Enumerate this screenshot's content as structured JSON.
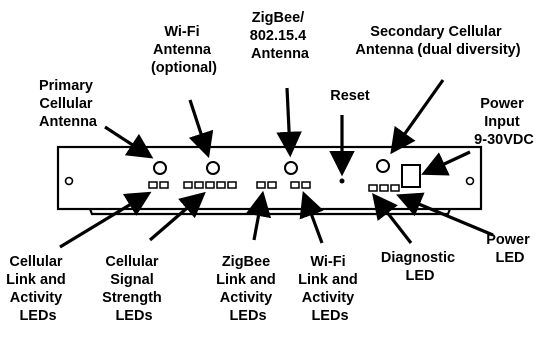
{
  "labels": {
    "primary_cellular": [
      "Primary",
      "Cellular",
      "Antenna"
    ],
    "wifi_antenna": [
      "Wi-Fi",
      "Antenna",
      "(optional)"
    ],
    "zigbee_antenna": [
      "ZigBee/",
      "802.15.4",
      "Antenna"
    ],
    "reset": [
      "Reset"
    ],
    "secondary_cellular": [
      "Secondary Cellular",
      "Antenna (dual diversity)"
    ],
    "power_input": [
      "Power",
      "Input",
      "9-30VDC"
    ],
    "cellular_link_leds": [
      "Cellular",
      "Link and",
      "Activity",
      "LEDs"
    ],
    "cellular_signal_leds": [
      "Cellular",
      "Signal",
      "Strength",
      "LEDs"
    ],
    "zigbee_link_leds": [
      "ZigBee",
      "Link and",
      "Activity",
      "LEDs"
    ],
    "wifi_link_leds": [
      "Wi-Fi",
      "Link and",
      "Activity",
      "LEDs"
    ],
    "diagnostic_led": [
      "Diagnostic",
      "LED"
    ],
    "power_led": [
      "Power",
      "LED"
    ]
  },
  "colors": {
    "ink": "#000000",
    "device_fill": "#ffffff",
    "background": "#ffffff"
  }
}
